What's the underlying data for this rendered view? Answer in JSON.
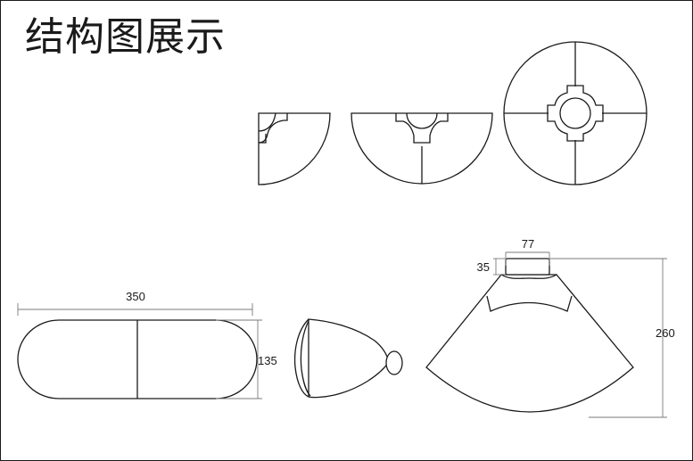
{
  "title": "结构图展示",
  "dimensions": {
    "length": "350",
    "height_left": "135",
    "top_width": "77",
    "neck_height": "35",
    "total_height": "260"
  },
  "colors": {
    "line": "#1a1a1a",
    "dimension_line": "#7a7a7a",
    "background": "#ffffff"
  }
}
